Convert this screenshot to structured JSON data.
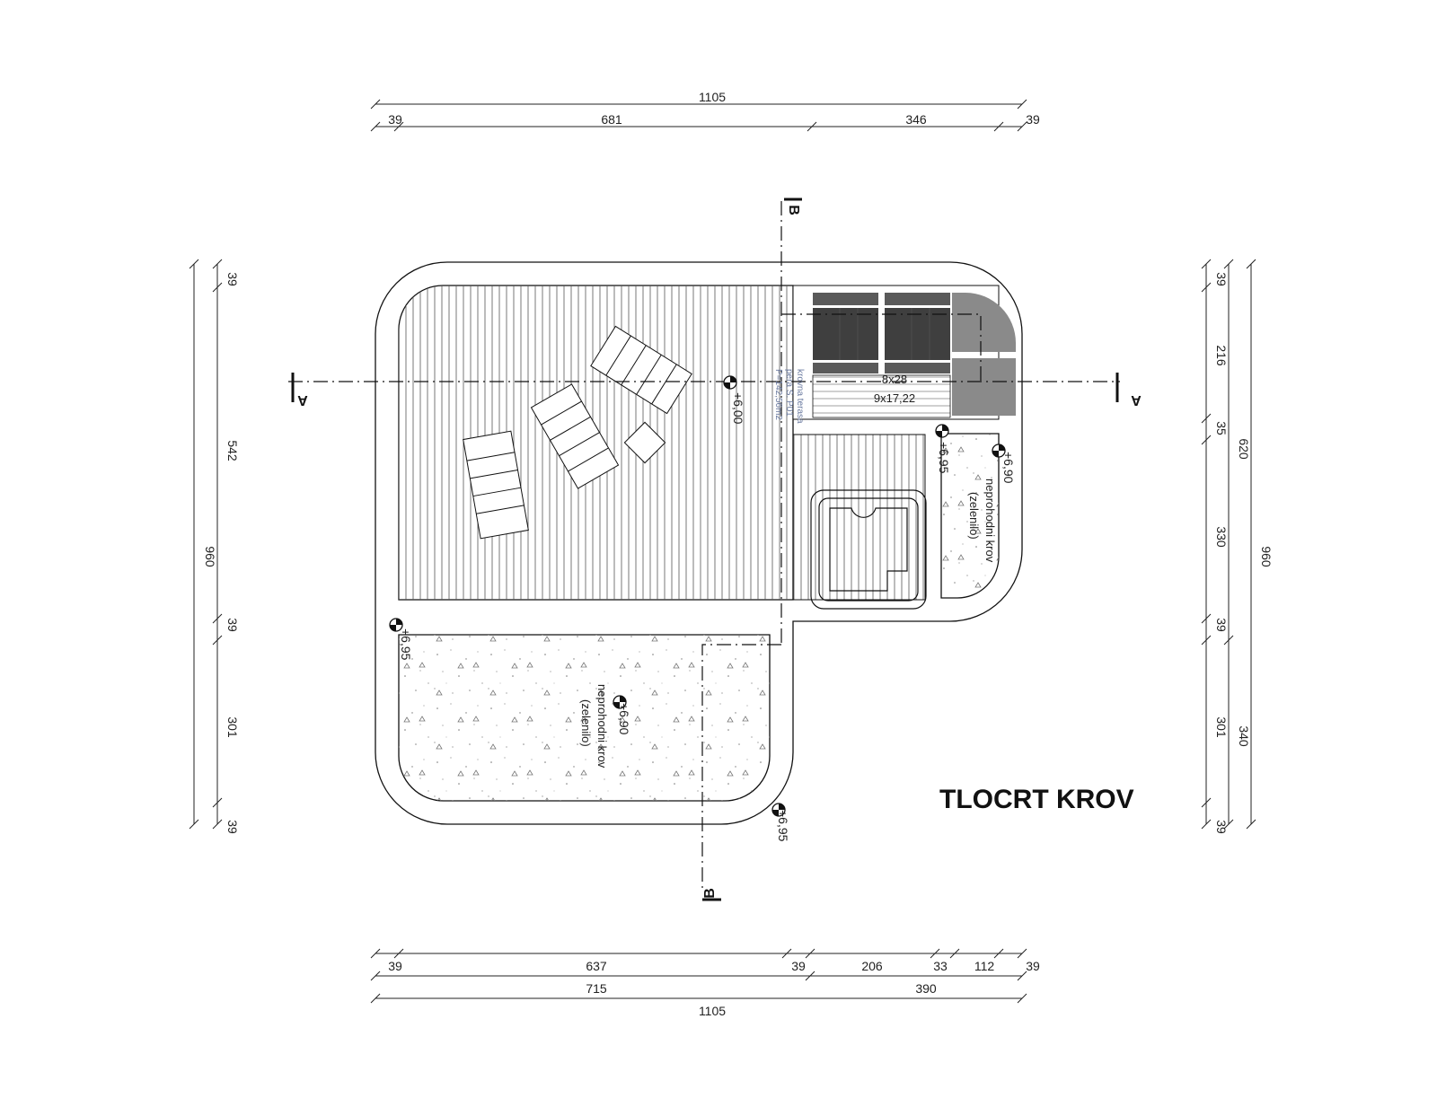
{
  "title": "TLOCRT KROV",
  "section_markers": {
    "a": "A",
    "b": "B"
  },
  "dims_top": {
    "total": "1105",
    "seg": [
      "39",
      "681",
      "346",
      "39"
    ]
  },
  "dims_bottom": {
    "seg": [
      "39",
      "637",
      "39",
      "206",
      "33",
      "112",
      "39"
    ],
    "mid": [
      "715",
      "390"
    ],
    "total": "1105"
  },
  "dims_left": {
    "total": "960",
    "seg": [
      "39",
      "542",
      "39",
      "301",
      "39"
    ]
  },
  "dims_right": {
    "seg": [
      "39",
      "216",
      "35",
      "330",
      "39",
      "301",
      "39"
    ],
    "mid": [
      "620",
      "340"
    ],
    "total": "960"
  },
  "levels": {
    "terrace": "+6,00",
    "top": "+6,95",
    "right_green": "+6,90",
    "left_mark": "+6,95",
    "green_center": "+6,90",
    "bottom_mark": "+6,95"
  },
  "stairs": {
    "line1": "8x28",
    "line2": "9x17,22"
  },
  "terrace_label": {
    "line1": "krovna terasa",
    "line2": "pera S. P01",
    "line3": "P=142,56m2"
  },
  "green_label": {
    "line1": "neprohodni krov",
    "line2": "(zelenilo)"
  },
  "colors": {
    "stroke": "#111111",
    "dark_tile": "#3f3f3f",
    "mid_tile": "#8a8a8a",
    "hatch": "#555555"
  }
}
